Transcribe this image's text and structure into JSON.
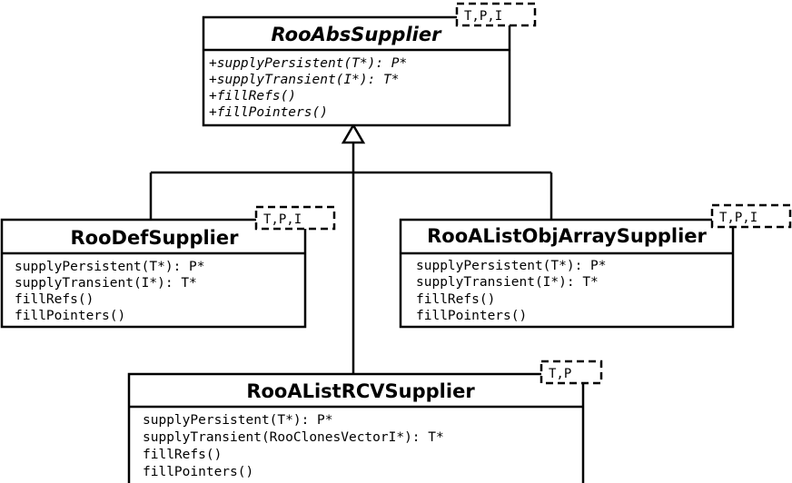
{
  "classes": {
    "abs": {
      "name": "RooAbsSupplier",
      "template": "T,P,I",
      "methods": [
        "+supplyPersistent(T*): P*",
        "+supplyTransient(I*): T*",
        "+fillRefs()",
        "+fillPointers()"
      ]
    },
    "def": {
      "name": "RooDefSupplier",
      "template": "T,P,I",
      "methods": [
        "supplyPersistent(T*): P*",
        "supplyTransient(I*): T*",
        "fillRefs()",
        "fillPointers()"
      ]
    },
    "objarray": {
      "name": "RooAListObjArraySupplier",
      "template": "T,P,I",
      "methods": [
        "supplyPersistent(T*): P*",
        "supplyTransient(I*): T*",
        "fillRefs()",
        "fillPointers()"
      ]
    },
    "rcv": {
      "name": "RooAListRCVSupplier",
      "template": "T,P",
      "methods": [
        "supplyPersistent(T*): P*",
        "supplyTransient(RooClonesVectorI*): T*",
        "fillRefs()",
        "fillPointers()"
      ]
    }
  }
}
